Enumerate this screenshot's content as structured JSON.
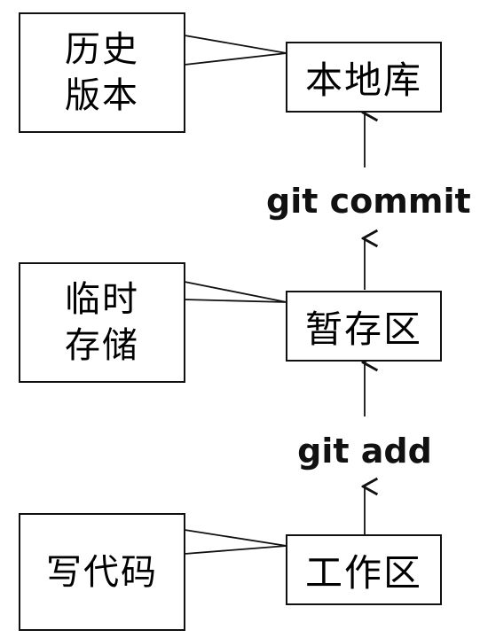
{
  "notes": {
    "history": {
      "line1": "历史",
      "line2": "版本"
    },
    "temp": {
      "line1": "临时",
      "line2": "存储"
    },
    "code": {
      "line1": "写代码"
    }
  },
  "areas": {
    "repository": "本地库",
    "staging": "暂存区",
    "workspace": "工作区"
  },
  "commands": {
    "commit": "git commit",
    "add": "git add"
  }
}
